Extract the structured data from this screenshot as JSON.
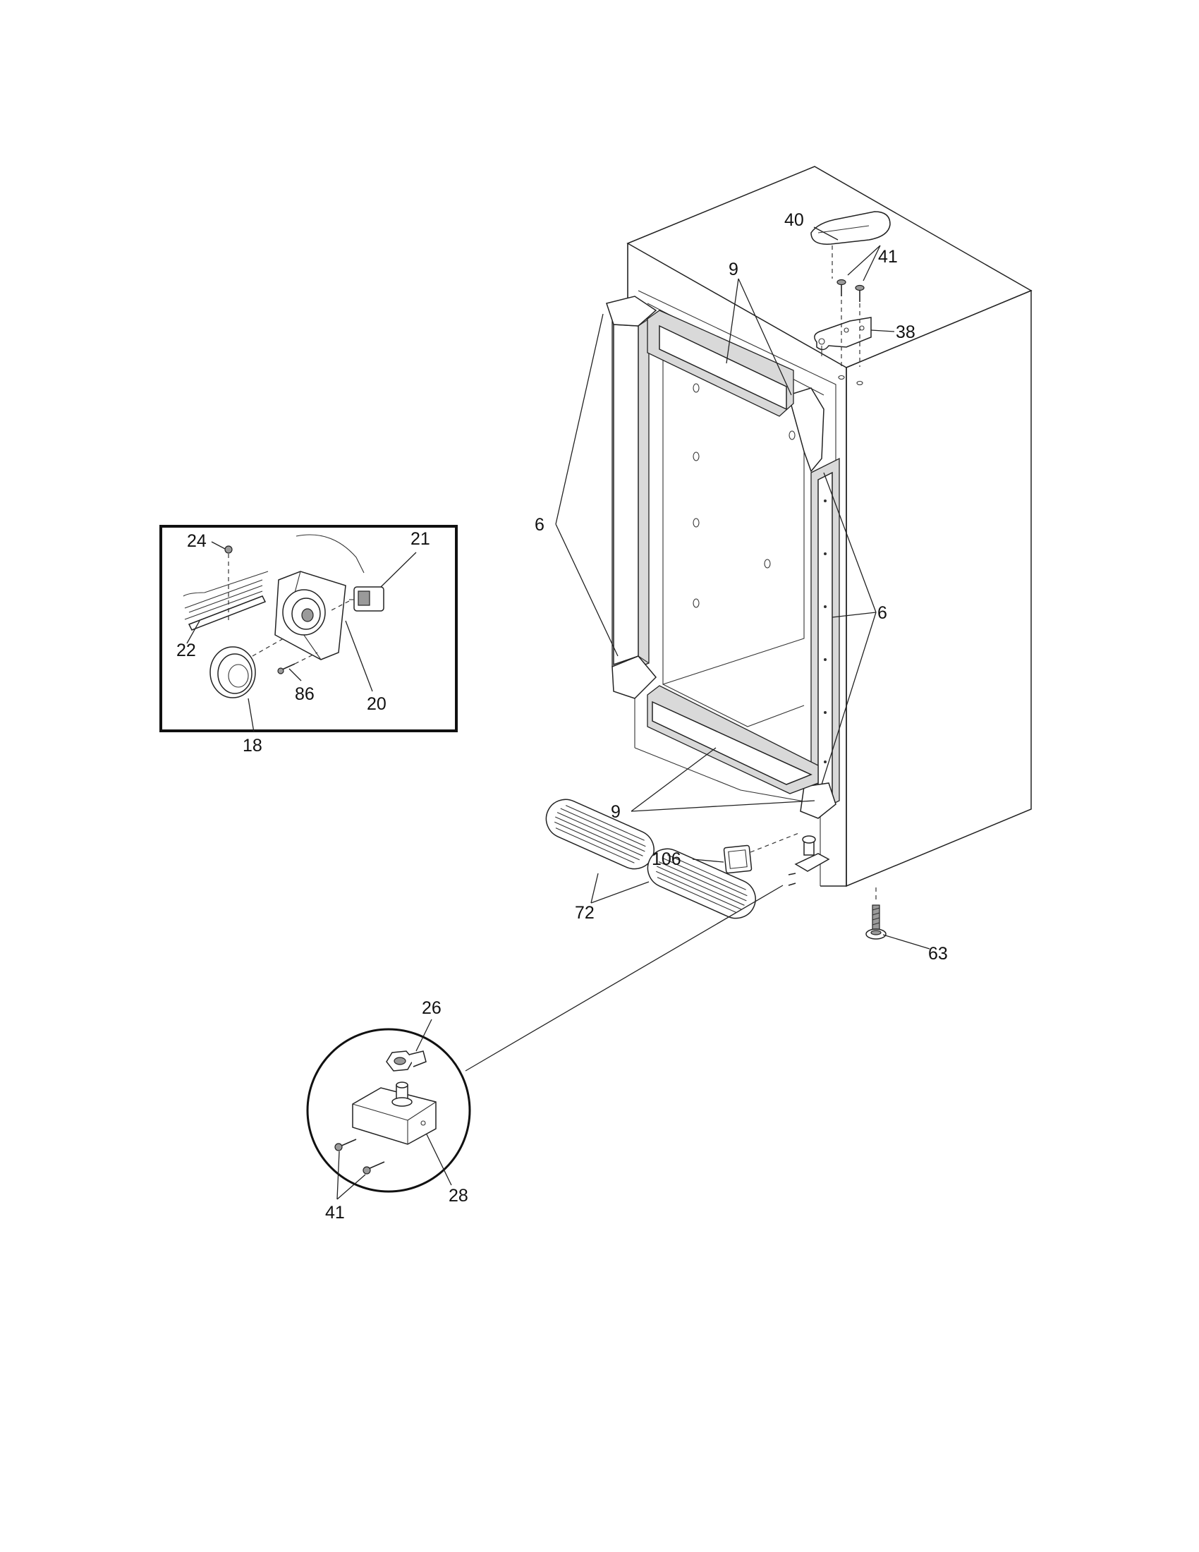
{
  "labels": {
    "l40": "40",
    "l41_top": "41",
    "l38": "38",
    "l9_top": "9",
    "l6_left": "6",
    "l6_right": "6",
    "l9_bottom": "9",
    "l106": "106",
    "l72": "72",
    "l63": "63",
    "l24": "24",
    "l21": "21",
    "l22": "22",
    "l86": "86",
    "l20": "20",
    "l18": "18",
    "l26": "26",
    "l41_bottom": "41",
    "l28": "28"
  }
}
